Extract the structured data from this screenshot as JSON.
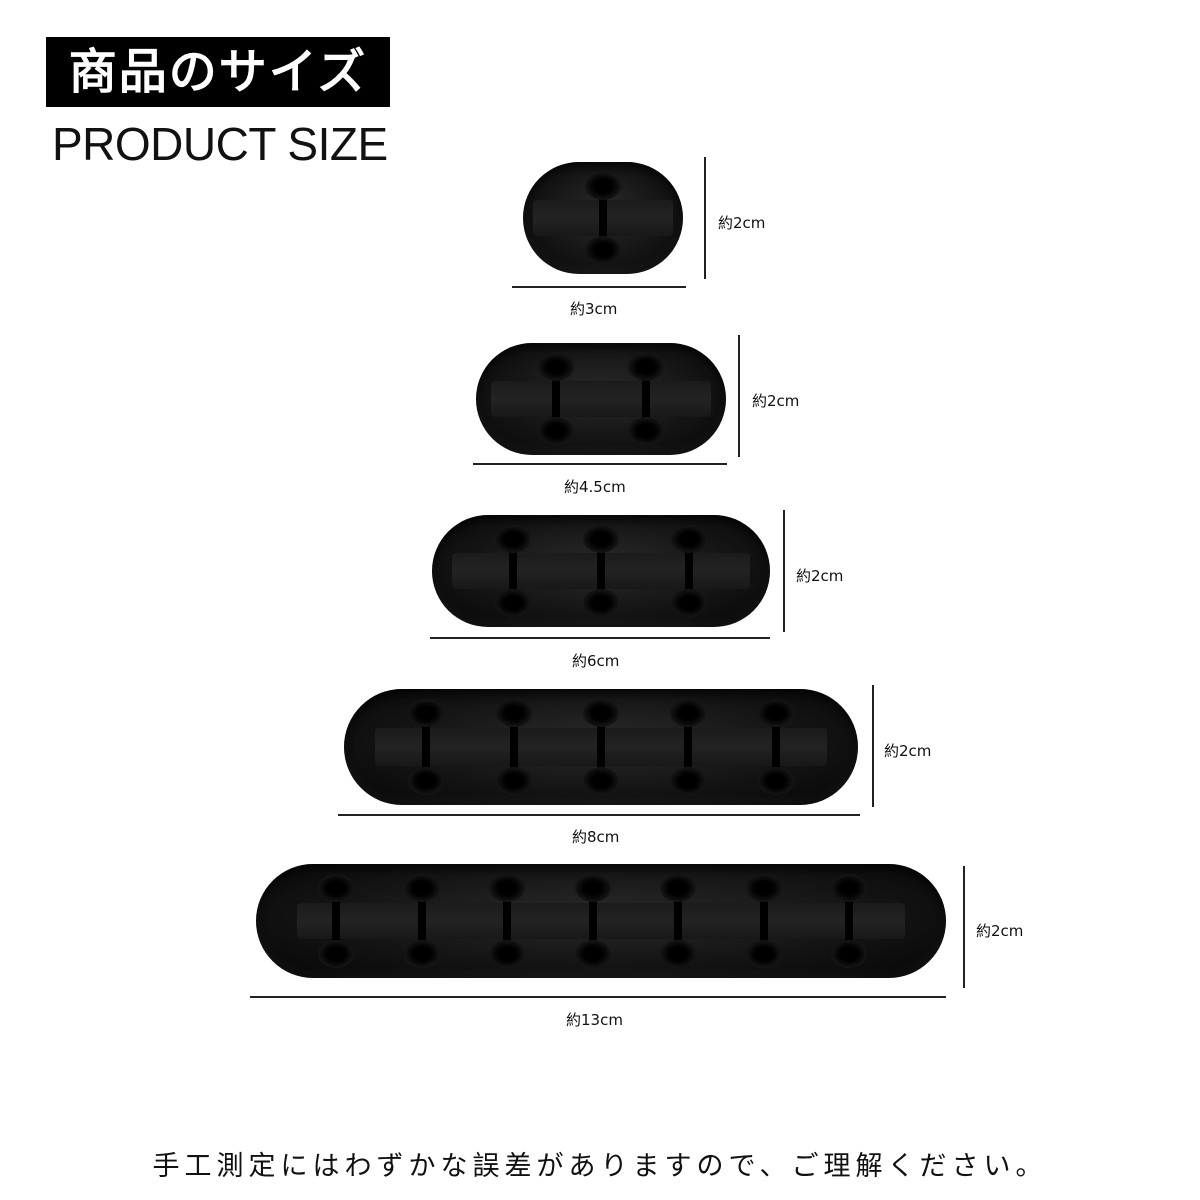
{
  "header": {
    "title_jp": "商品のサイズ",
    "title_en": "PRODUCT SIZE"
  },
  "products": [
    {
      "slots": 1,
      "width_label": "約3cm",
      "height_label": "約2cm"
    },
    {
      "slots": 2,
      "width_label": "約4.5cm",
      "height_label": "約2cm"
    },
    {
      "slots": 3,
      "width_label": "約6cm",
      "height_label": "約2cm"
    },
    {
      "slots": 5,
      "width_label": "約8cm",
      "height_label": "約2cm"
    },
    {
      "slots": 7,
      "width_label": "約13cm",
      "height_label": "約2cm"
    }
  ],
  "footer": {
    "note": "手工測定にはわずかな誤差がありますので、ご理解ください。"
  },
  "colors": {
    "product": "#111111",
    "title_bg": "#000000",
    "title_fg": "#ffffff",
    "lines": "#222222"
  }
}
